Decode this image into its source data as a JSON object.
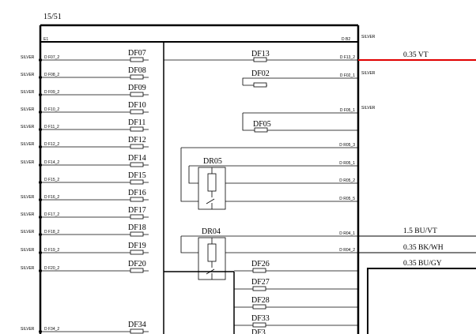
{
  "page_label": "15/51",
  "box_labels": {
    "top_left": "E1",
    "top_right": "D B2"
  },
  "left_pins": [
    {
      "silver": "SILVER",
      "pin": "D F07_2",
      "fuse": "DF07"
    },
    {
      "silver": "SILVER",
      "pin": "D F08_2",
      "fuse": "DF08"
    },
    {
      "silver": "SILVER",
      "pin": "D F09_2",
      "fuse": "DF09"
    },
    {
      "silver": "SILVER",
      "pin": "D F10_2",
      "fuse": "DF10"
    },
    {
      "silver": "SILVER",
      "pin": "D F11_2",
      "fuse": "DF11"
    },
    {
      "silver": "SILVER",
      "pin": "D F12_2",
      "fuse": "DF12"
    },
    {
      "silver": "SILVER",
      "pin": "D F14_2",
      "fuse": "DF14"
    },
    {
      "silver": "",
      "pin": "D F15_2",
      "fuse": "DF15"
    },
    {
      "silver": "SILVER",
      "pin": "D F16_2",
      "fuse": "DF16"
    },
    {
      "silver": "SILVER",
      "pin": "D F17_2",
      "fuse": "DF17"
    },
    {
      "silver": "SILVER",
      "pin": "D F18_2",
      "fuse": "DF18"
    },
    {
      "silver": "SILVER",
      "pin": "D F19_2",
      "fuse": "DF19"
    },
    {
      "silver": "SILVER",
      "pin": "D F20_2",
      "fuse": "DF20"
    },
    {
      "silver": "SILVER",
      "pin": "D F34_2",
      "fuse": "DF34"
    }
  ],
  "right_pins": [
    {
      "pin": "D F13_2",
      "side_label": "",
      "fuse": "DF13"
    },
    {
      "pin": "D F02_1",
      "side_label": "SILVER",
      "fuse": "DF02"
    },
    {
      "pin": "D F05_1",
      "side_label": "SILVER",
      "fuse": "DF05"
    },
    {
      "pin": "D R05_3",
      "side_label": "",
      "fuse": ""
    },
    {
      "pin": "D R05_1",
      "side_label": "",
      "fuse": ""
    },
    {
      "pin": "D R05_2",
      "side_label": "",
      "fuse": ""
    },
    {
      "pin": "D R05_5",
      "side_label": "",
      "fuse": ""
    },
    {
      "pin": "D R04_1",
      "side_label": "",
      "fuse": ""
    },
    {
      "pin": "D R04_2",
      "side_label": "",
      "fuse": ""
    }
  ],
  "top_right_silver": "SILVER",
  "relays": {
    "dr05": "DR05",
    "dr04": "DR04"
  },
  "lower_fuses": [
    "DF26",
    "DF27",
    "DF28",
    "DF33",
    "DF3"
  ],
  "wires": [
    {
      "label": "0.35 VT",
      "color": "#e00000"
    },
    {
      "label": "1.5 BU/VT",
      "color": "#000000"
    },
    {
      "label": "0.35 BK/WH",
      "color": "#000000"
    },
    {
      "label": "0.35 BU/GY",
      "color": "#000000"
    }
  ]
}
